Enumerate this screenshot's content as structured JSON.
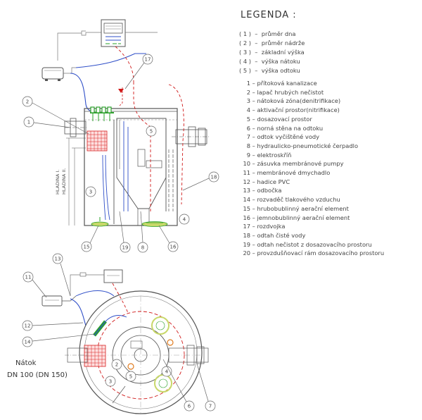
{
  "legend": {
    "title": "LEGENDA :",
    "dimensions": [
      {
        "num": "( 1 )",
        "text": "průměr dna"
      },
      {
        "num": "( 2 )",
        "text": "průměr nádrže"
      },
      {
        "num": "( 3 )",
        "text": "základní výška"
      },
      {
        "num": "( 4 )",
        "text": "výška nátoku"
      },
      {
        "num": "( 5 )",
        "text": "výška odtoku"
      }
    ],
    "components": [
      {
        "num": "1",
        "text": "přítoková kanalizace"
      },
      {
        "num": "2",
        "text": "lapač hrubých nečistot"
      },
      {
        "num": "3",
        "text": "nátoková zóna(denitrifikace)"
      },
      {
        "num": "4",
        "text": "aktivační prostor(nitrifikace)"
      },
      {
        "num": "5",
        "text": "dosazovací prostor"
      },
      {
        "num": "6",
        "text": "norná stěna na odtoku"
      },
      {
        "num": "7",
        "text": "odtok vyčištěné vody"
      },
      {
        "num": "8",
        "text": "hydraulicko-pneumotické čerpadlo"
      },
      {
        "num": "9",
        "text": "elektroskříň"
      },
      {
        "num": "10",
        "text": "zásuvka membránové pumpy"
      },
      {
        "num": "11",
        "text": "membránové dmychadlo"
      },
      {
        "num": "12",
        "text": "hadice PVC"
      },
      {
        "num": "13",
        "text": "odbočka"
      },
      {
        "num": "14",
        "text": "rozvaděč tlakového vzduchu"
      },
      {
        "num": "15",
        "text": "hrubobublinný aerační element"
      },
      {
        "num": "16",
        "text": "jemnobublinný aerační element"
      },
      {
        "num": "17",
        "text": "rozdvojka"
      },
      {
        "num": "18",
        "text": "odtah čisté vody"
      },
      {
        "num": "19",
        "text": "odtah nečistot z dosazovacího prostoru"
      },
      {
        "num": "20",
        "text": "provzdušňovací rám dosazovacího prostoru"
      }
    ]
  },
  "inlet": {
    "line1": "Nátok",
    "line2": "DN 100 (DN 150)"
  },
  "side_view": {
    "dim_labels": {
      "hladina_1": "HLADINA I.",
      "hladina_2": "HLADINA II."
    },
    "callouts": [
      "1",
      "2",
      "3",
      "4",
      "5",
      "8",
      "15",
      "16",
      "17",
      "18",
      "19"
    ]
  },
  "plan_view": {
    "callouts": [
      "2",
      "3",
      "4",
      "5",
      "6",
      "7",
      "11",
      "12",
      "13",
      "14"
    ]
  },
  "colors": {
    "outline": "#555555",
    "blue_pipe": "#2f4fc8",
    "red_dash": "#d01818",
    "green": "#2aa02a",
    "yellowgreen": "#c8d86a",
    "orange": "#e07c20",
    "grid_red": "#d82020"
  }
}
